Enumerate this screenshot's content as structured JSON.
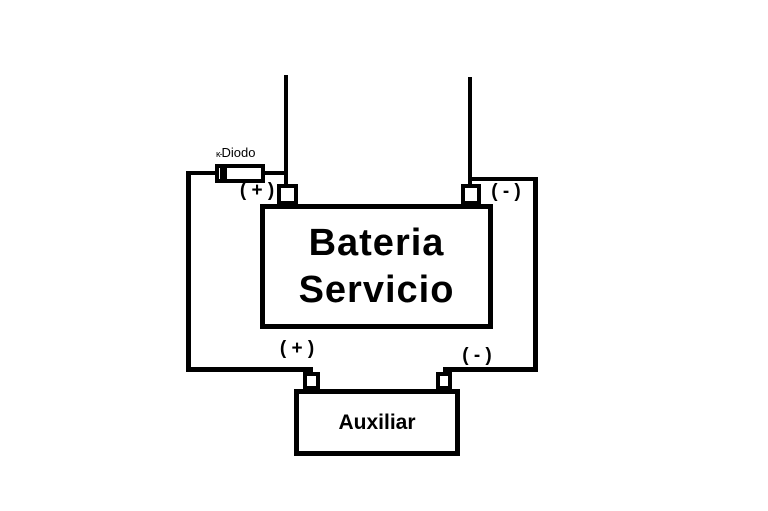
{
  "diagram": {
    "background_color": "#ffffff",
    "line_color": "#000000"
  },
  "diode": {
    "symbol": "ĸ-",
    "label": "Diodo"
  },
  "service_battery": {
    "name_line1": "Bateria",
    "name_line2": "Servicio",
    "positive_label": "( + )",
    "negative_label": "( - )"
  },
  "auxiliary_battery": {
    "name": "Auxiliar",
    "positive_label": "( + )",
    "negative_label": "( - )"
  }
}
